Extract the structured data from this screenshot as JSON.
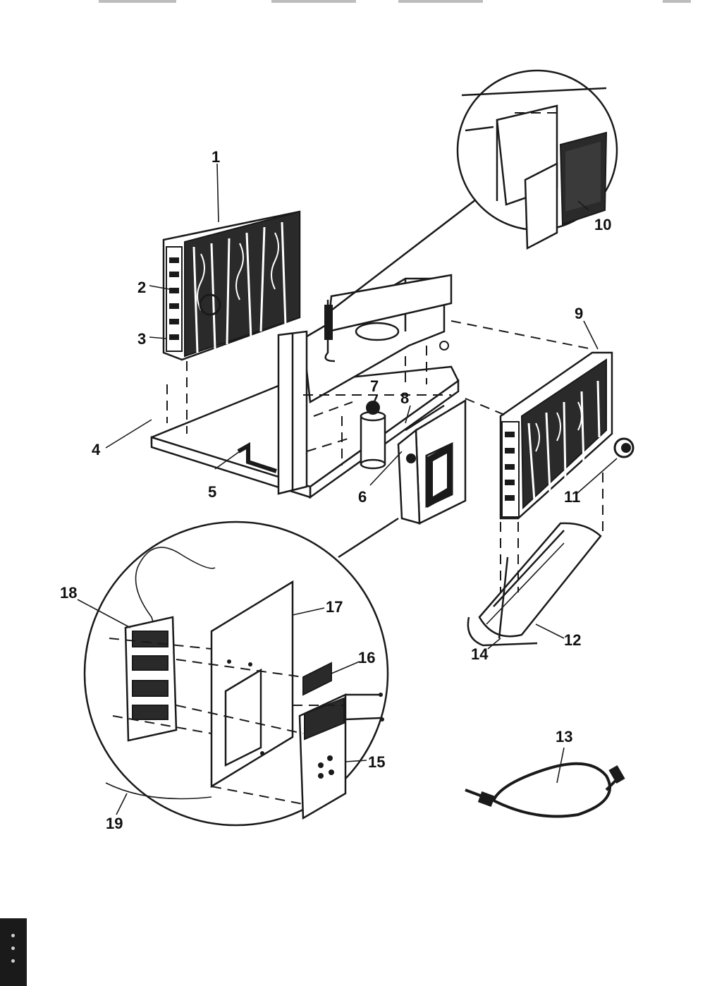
{
  "labels": {
    "l1": "1",
    "l2": "2",
    "l3": "3",
    "l4": "4",
    "l5": "5",
    "l6": "6",
    "l7": "7",
    "l8": "8",
    "l9": "9",
    "l10": "10",
    "l11": "11",
    "l12": "12",
    "l13": "13",
    "l14": "14",
    "l15": "15",
    "l16": "16",
    "l17": "17",
    "l18": "18",
    "l19": "19"
  },
  "colors": {
    "ink": "#1a1a1a",
    "background": "#ffffff"
  }
}
